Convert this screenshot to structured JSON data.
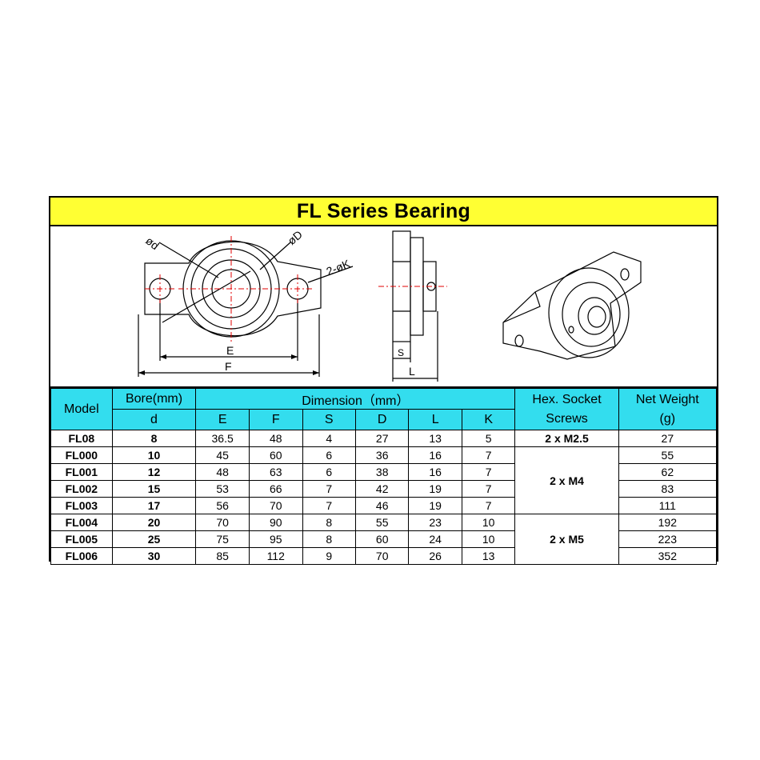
{
  "title": "FL Series Bearing",
  "drawing_labels": {
    "bore": "ød",
    "outer": "øD",
    "holes": "2-øK",
    "e": "E",
    "f": "F",
    "s": "S",
    "l": "L"
  },
  "table": {
    "col_model": "Model",
    "col_bore": "Bore(mm)",
    "col_bore_sub": "d",
    "col_dimension": "Dimension（mm）",
    "dim_cols": [
      "E",
      "F",
      "S",
      "D",
      "L",
      "K"
    ],
    "col_screws_1": "Hex. Socket",
    "col_screws_2": "Screws",
    "col_weight_1": "Net Weight",
    "col_weight_2": "(g)",
    "rows": [
      {
        "model": "FL08",
        "d": "8",
        "E": "36.5",
        "F": "48",
        "S": "4",
        "D": "27",
        "L": "13",
        "K": "5",
        "weight": "27"
      },
      {
        "model": "FL000",
        "d": "10",
        "E": "45",
        "F": "60",
        "S": "6",
        "D": "36",
        "L": "16",
        "K": "7",
        "weight": "55"
      },
      {
        "model": "FL001",
        "d": "12",
        "E": "48",
        "F": "63",
        "S": "6",
        "D": "38",
        "L": "16",
        "K": "7",
        "weight": "62"
      },
      {
        "model": "FL002",
        "d": "15",
        "E": "53",
        "F": "66",
        "S": "7",
        "D": "42",
        "L": "19",
        "K": "7",
        "weight": "83"
      },
      {
        "model": "FL003",
        "d": "17",
        "E": "56",
        "F": "70",
        "S": "7",
        "D": "46",
        "L": "19",
        "K": "7",
        "weight": "111"
      },
      {
        "model": "FL004",
        "d": "20",
        "E": "70",
        "F": "90",
        "S": "8",
        "D": "55",
        "L": "23",
        "K": "10",
        "weight": "192"
      },
      {
        "model": "FL005",
        "d": "25",
        "E": "75",
        "F": "95",
        "S": "8",
        "D": "60",
        "L": "24",
        "K": "10",
        "weight": "223"
      },
      {
        "model": "FL006",
        "d": "30",
        "E": "85",
        "F": "112",
        "S": "9",
        "D": "70",
        "L": "26",
        "K": "13",
        "weight": "352"
      }
    ],
    "screws": [
      "2 x M2.5",
      "2 x M4",
      "2 x M5"
    ]
  }
}
